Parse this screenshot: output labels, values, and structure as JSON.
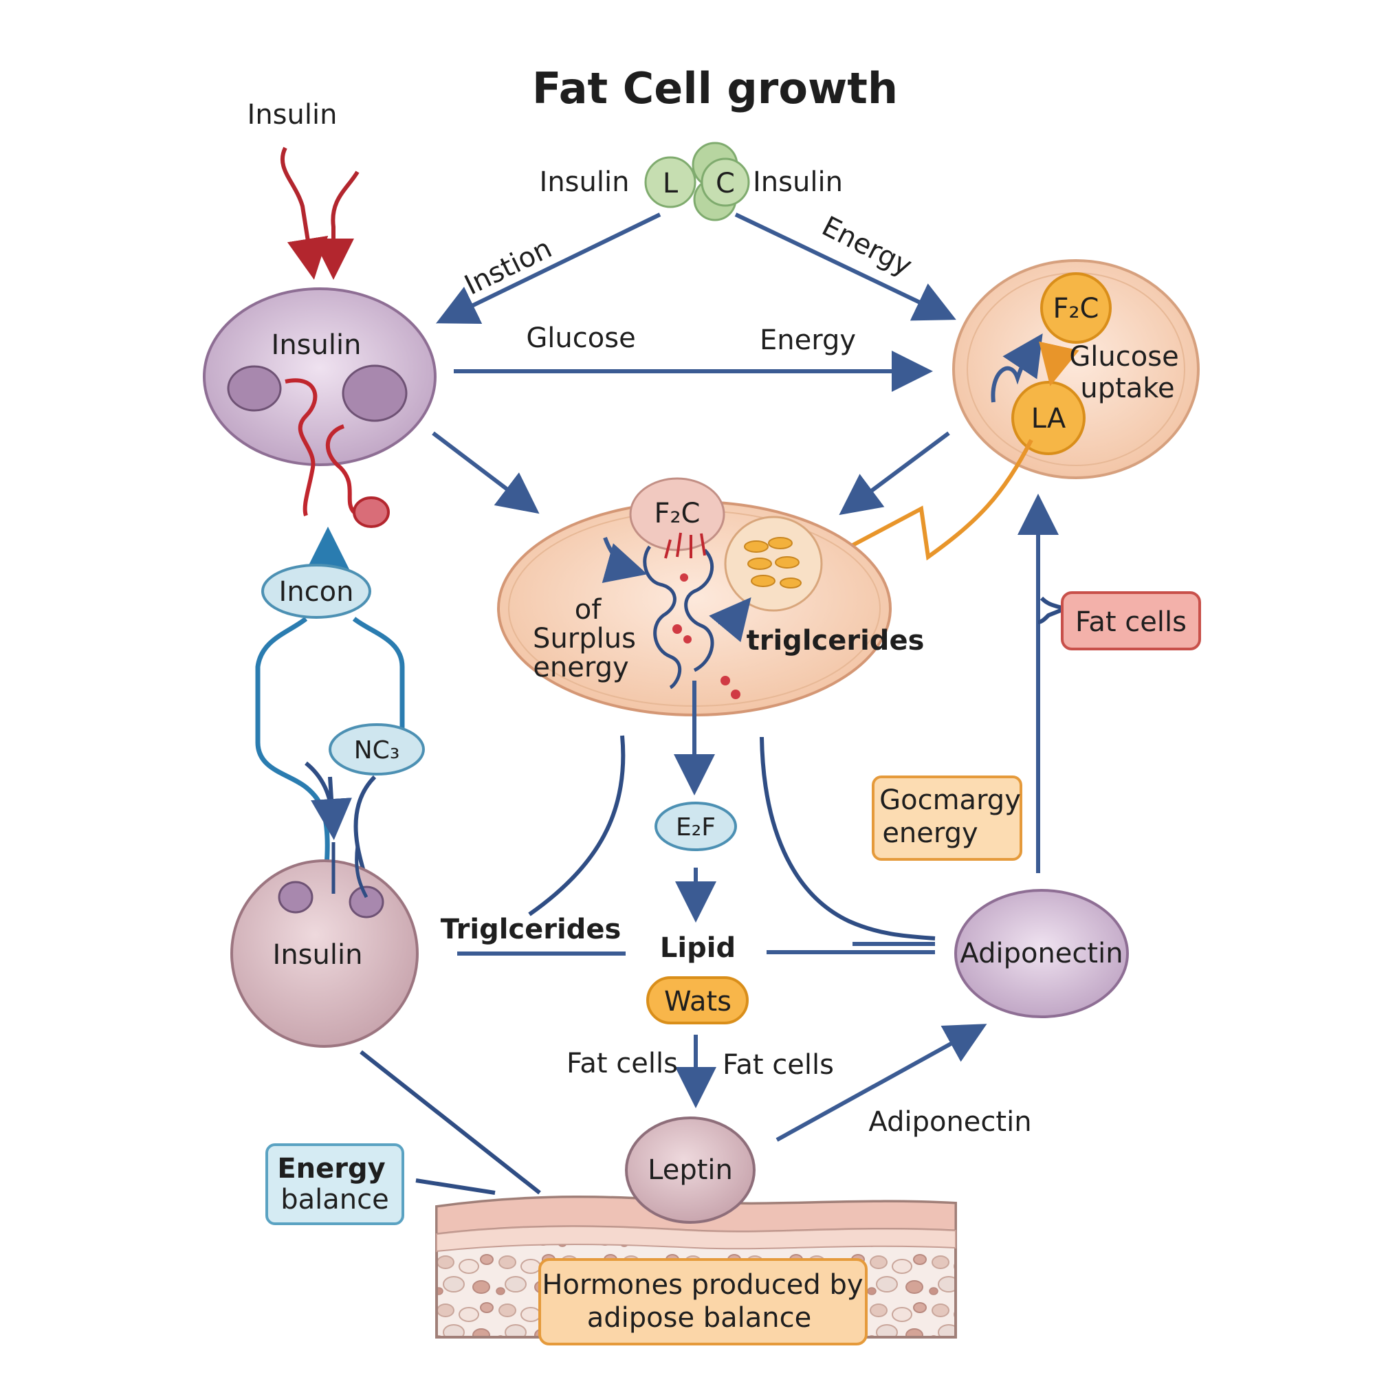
{
  "title": "Fat Cell growth",
  "labels": {
    "insulin_top_left": "Insulin",
    "insulin_top_center_left": "Insulin",
    "insulin_top_center_right": "Insulin",
    "badge_l": "L",
    "badge_c": "C",
    "instion": "Instion",
    "energy_diag": "Energy",
    "glucose_mid": "Glucose",
    "energy_mid": "Energy",
    "insulin_cell": "Insulin",
    "f2c_right": "F₂C",
    "glucose_uptake_1": "Glucose",
    "glucose_uptake_2": "uptake",
    "la": "LA",
    "f2c_center": "F₂C",
    "surplus_1": "of",
    "surplus_2": "Surplus",
    "surplus_3": "energy",
    "triglcerides_center": "triglcerides",
    "incon": "Incon",
    "nc3": "NC₃",
    "fat_cells_box": "Fat cells",
    "gocmargy_1": "Gocmargy",
    "gocmargy_2": "energy",
    "e2f": "E₂F",
    "triglcerides_left": "Triglcerides",
    "lipid": "Lipid",
    "insulin_bottom_cell": "Insulin",
    "adiponectin_cell": "Adiponectin",
    "wats": "Wats",
    "fat_cells_left": "Fat cells",
    "fat_cells_right": "Fat cells",
    "adiponectin_label": "Adiponectin",
    "leptin": "Leptin",
    "energy_balance_1": "Energy",
    "energy_balance_2": "balance",
    "hormones_1": "Hormones produced by",
    "hormones_2": "adipose balance"
  },
  "colors": {
    "arrow_blue": "#3b5b93",
    "insulin_red": "#b3262e",
    "orange": "#e8952a",
    "teal": "#2a7cb0",
    "purple_cell": "#cdb6cf",
    "peach_cell": "#f5c9ab",
    "fat_cells_box": "#f3b1aa",
    "energy_balance_box": "#d5ebf3",
    "hormones_box": "#fbd6a8"
  }
}
